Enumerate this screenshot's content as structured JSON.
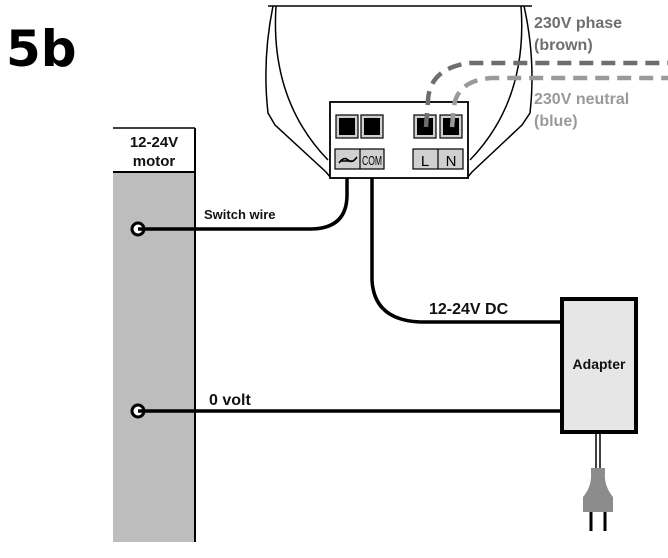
{
  "figure": {
    "label": "5b"
  },
  "module": {
    "terminals_left": [
      {
        "label": "≁",
        "symbol_name": "switch-symbol"
      },
      {
        "label": "COM"
      }
    ],
    "terminals_right": [
      {
        "label": "L"
      },
      {
        "label": "N"
      }
    ]
  },
  "mains": {
    "phase_line1": "230V phase",
    "phase_line2": "(brown)",
    "neutral_line1": "230V neutral",
    "neutral_line2": "(blue)",
    "phase_color": "#6e6e6e",
    "neutral_color": "#9a9a9a"
  },
  "motor": {
    "label_line1": "12-24V",
    "label_line2": "motor",
    "fill_color": "#bdbdbd"
  },
  "wires": {
    "switch_wire": "Switch wire",
    "dc_supply": "12-24V DC",
    "zero_volt": "0 volt"
  },
  "adapter": {
    "label": "Adapter",
    "fill_color": "#e6e6e6"
  },
  "plug": {
    "color": "#8c8c8c"
  }
}
